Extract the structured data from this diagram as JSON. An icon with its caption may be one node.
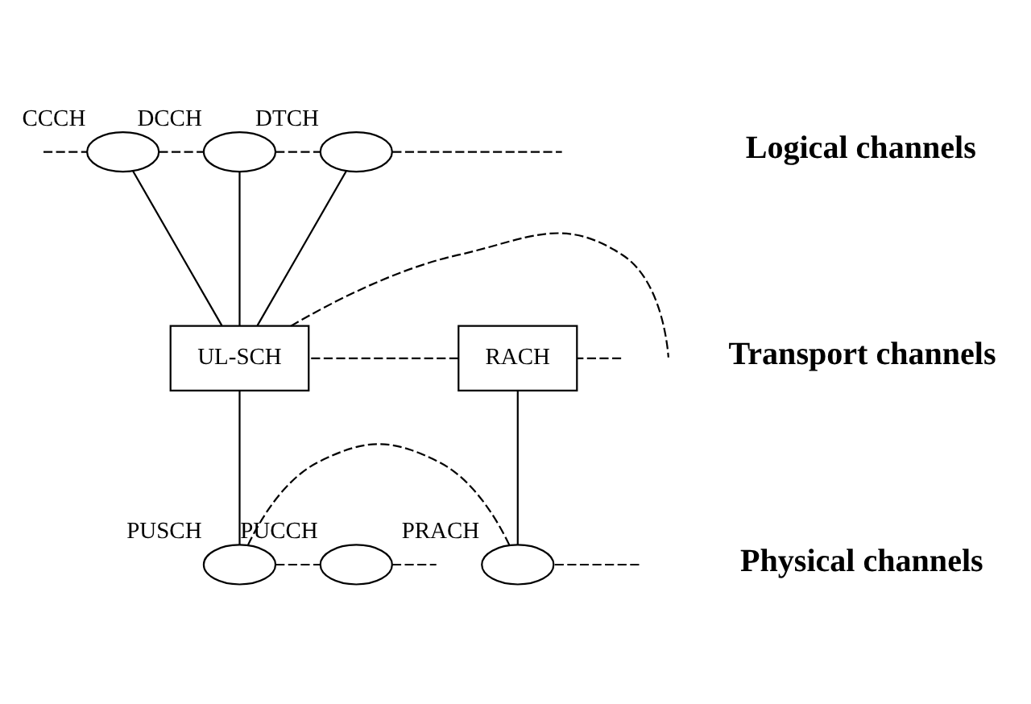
{
  "diagram": {
    "nodes": [
      {
        "text": [],
        "shape": "ellipse",
        "beside": [
          "CCCH"
        ]
      },
      {
        "text": [],
        "shape": "ellipse",
        "beside": [
          "DCCH"
        ]
      },
      {
        "text": [],
        "shape": "ellipse",
        "beside": [
          "DTCH"
        ]
      },
      {
        "text": [
          "RACH"
        ]
      },
      {
        "text": [
          "UL-SCH"
        ]
      },
      {
        "text": [],
        "shape": "ellipse",
        "beside": [
          "PRACH"
        ]
      },
      {
        "text": [],
        "shape": "ellipse",
        "beside": [
          "PUSCH"
        ]
      },
      {
        "text": [],
        "shape": "ellipse",
        "beside": [
          "PUCCH"
        ]
      }
    ],
    "edges": [
      {
        "from": 0,
        "to": 4,
        "arrow": "none"
      },
      {
        "from": 1,
        "to": 4,
        "arrow": "none"
      },
      {
        "from": 2,
        "to": 4,
        "arrow": "none"
      },
      {
        "from": 3,
        "to": 5,
        "arrow": "none"
      },
      {
        "from": 4,
        "to": 6,
        "arrow": "none"
      },
      {
        "from": null,
        "to": 0,
        "arrow": "none",
        "style": "dashed"
      },
      {
        "from": 0,
        "to": 1,
        "arrow": "none",
        "style": "dashed"
      },
      {
        "from": 1,
        "to": 2,
        "arrow": "none",
        "style": "dashed"
      },
      {
        "from": 2,
        "to": null,
        "arrow": "none",
        "style": "dashed"
      },
      {
        "from": null,
        "to": 3,
        "arrow": "none",
        "style": "dashed"
      },
      {
        "from": 3,
        "to": 4,
        "arrow": "none",
        "style": "dashed"
      },
      {
        "from": 4,
        "to": null,
        "arrow": "none",
        "style": "dashed"
      },
      {
        "from": null,
        "to": 5,
        "arrow": "none",
        "style": "dashed"
      },
      {
        "from": 5,
        "to": 6,
        "arrow": "none",
        "style": "dashed"
      },
      {
        "from": 6,
        "to": 7,
        "arrow": "none",
        "style": "dashed"
      },
      {
        "from": 7,
        "to": null,
        "arrow": "none",
        "style": "dashed"
      }
    ],
    "labels": [
      "Logical channels",
      "Transport channels",
      "Physical channels"
    ]
  }
}
